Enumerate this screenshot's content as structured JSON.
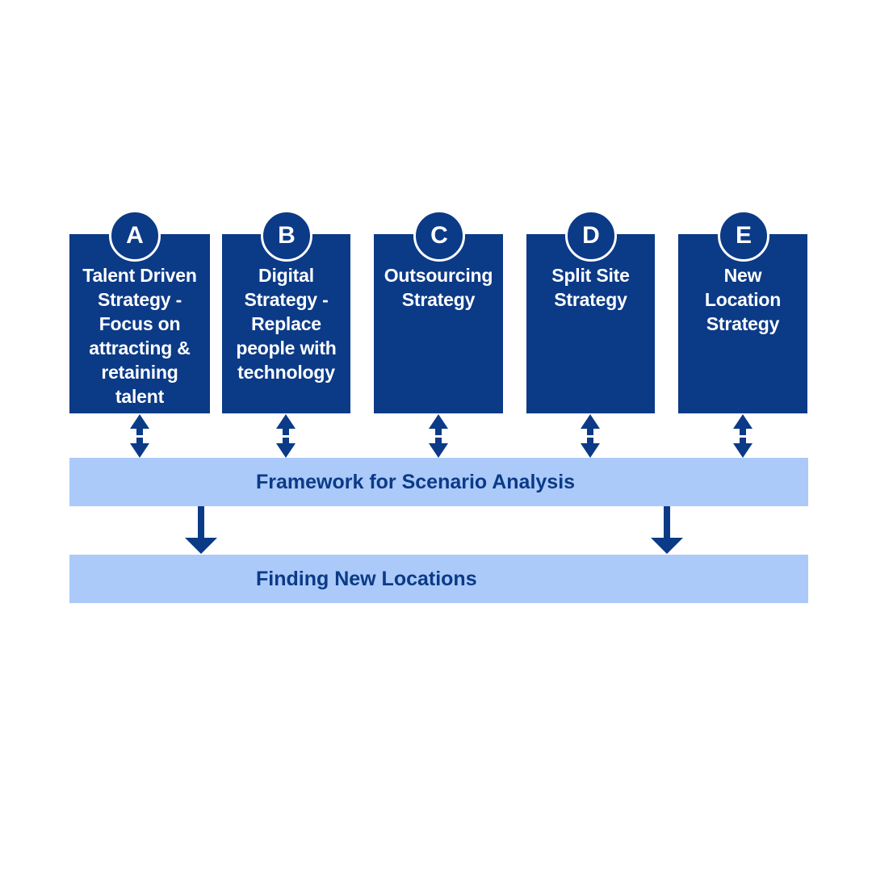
{
  "strategies": [
    {
      "letter": "A",
      "title": "Talent Driven\nStrategy -\nFocus on\nattracting &\nretaining\ntalent"
    },
    {
      "letter": "B",
      "title": "Digital\nStrategy -\nReplace\npeople with\ntechnology"
    },
    {
      "letter": "C",
      "title": "Outsourcing\nStrategy"
    },
    {
      "letter": "D",
      "title": "Split Site\nStrategy"
    },
    {
      "letter": "E",
      "title": "New\nLocation\nStrategy"
    }
  ],
  "framework": {
    "label": "Framework for Scenario Analysis"
  },
  "finding": {
    "label": "Finding New Locations"
  },
  "colors": {
    "dark_blue": "#0b3a87",
    "light_blue": "#abcaf9",
    "background": "#ffffff"
  }
}
